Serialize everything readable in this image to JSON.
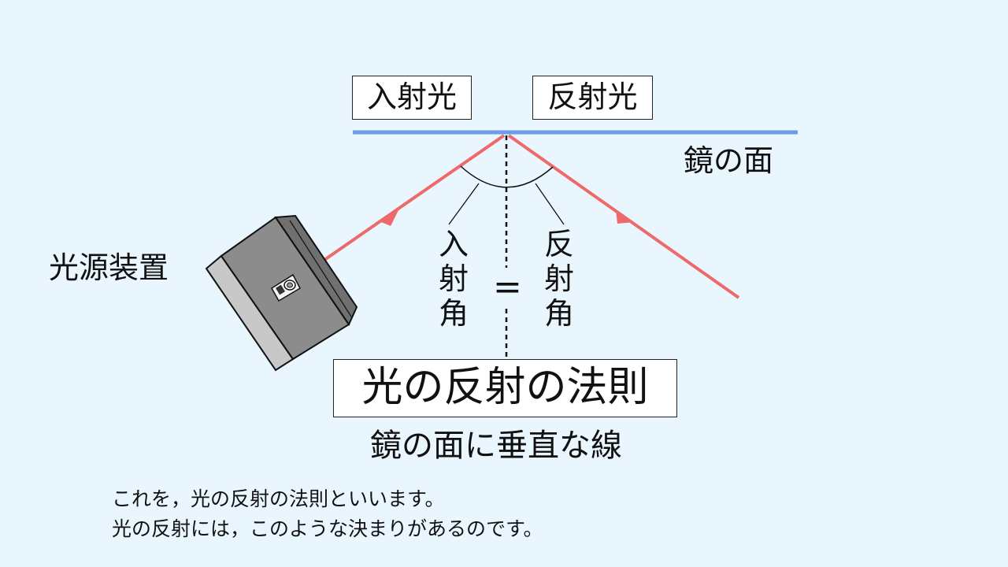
{
  "labels": {
    "incident_light": "入射光",
    "reflected_light": "反射光",
    "mirror_surface": "鏡の面",
    "light_source": "光源装置",
    "incident_angle": [
      "入",
      "射",
      "角"
    ],
    "equals": "=",
    "reflection_angle": [
      "反",
      "射",
      "角"
    ],
    "law_title": "光の反射の法則",
    "normal_line": "鏡の面に垂直な線"
  },
  "captions": [
    "これを，光の反射の法則といいます。",
    "光の反射には，このような決まりがあるのです。"
  ],
  "colors": {
    "background": "#EAF6FD",
    "mirror": "#6A9AE8",
    "ray": "#EE6A6A",
    "device_body": "#8C8C8C",
    "device_side": "#C8C8C8",
    "device_top": "#707070"
  }
}
